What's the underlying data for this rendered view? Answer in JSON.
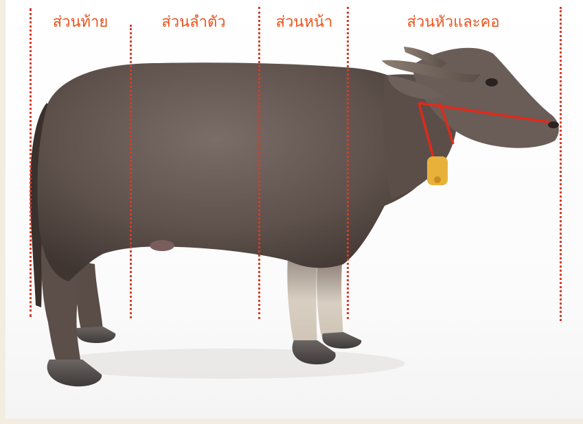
{
  "labels": {
    "hindquarter": "ส่วนท้าย",
    "body": "ส่วนลำตัว",
    "forequarter": "ส่วนหน้า",
    "head_neck": "ส่วนหัวและคอ"
  },
  "colors": {
    "label": "#e8541e",
    "divider": "#d93a2b",
    "halter": "#e02a1a",
    "bell": "#e8b23a",
    "hide": "#6a5c55"
  },
  "illustration": "buffalo"
}
